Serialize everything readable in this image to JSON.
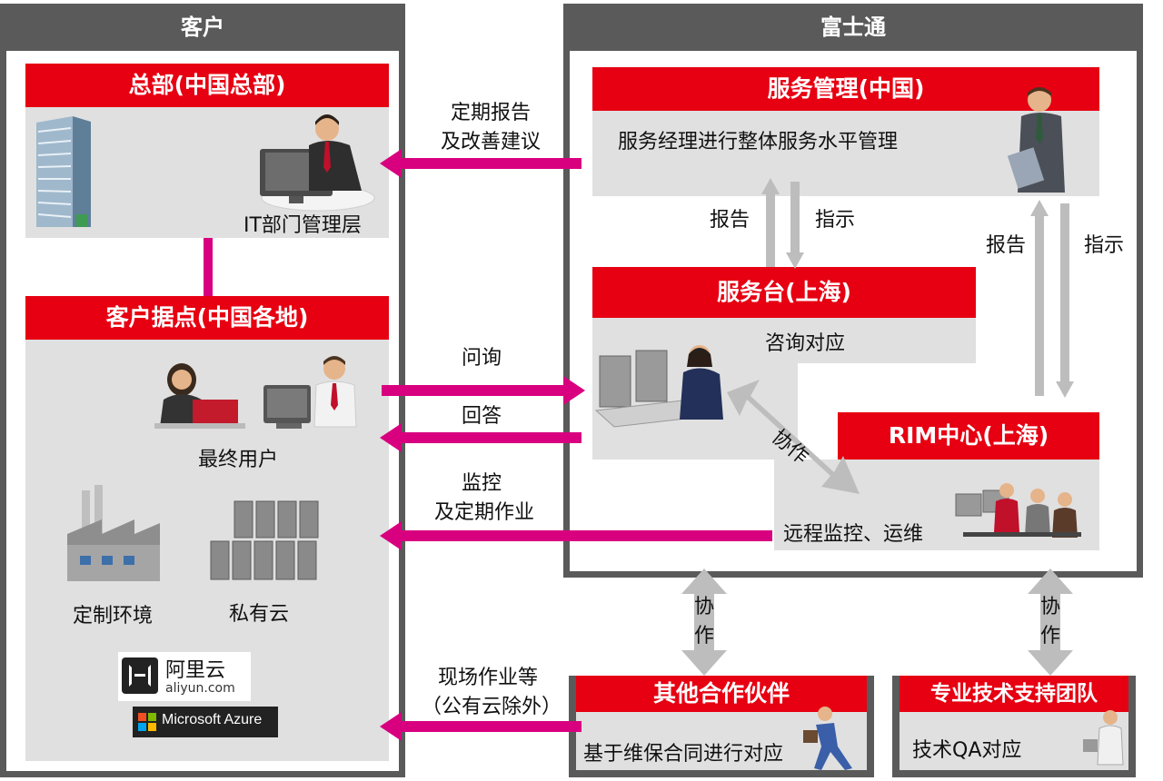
{
  "customer": {
    "frame_title": "客户",
    "hq": {
      "title": "总部(中国总部)",
      "caption": "IT部门管理层"
    },
    "sites": {
      "title": "客户据点(中国各地)",
      "end_users": "最终用户",
      "custom_env": "定制环境",
      "private_cloud": "私有云"
    },
    "clouds": {
      "aliyun_cn": "阿里云",
      "aliyun_en": "aliyun.com",
      "azure": "Microsoft Azure"
    }
  },
  "fujitsu": {
    "frame_title": "富士通",
    "service_mgmt": {
      "title": "服务管理(中国)",
      "desc": "服务经理进行整体服务水平管理"
    },
    "service_desk": {
      "title": "服务台(上海)",
      "desc": "咨询对应"
    },
    "rim": {
      "title": "RIM中心(上海)",
      "desc": "远程监控、运维"
    }
  },
  "partners": {
    "title": "其他合作伙伴",
    "desc": "基于维保合同进行对应"
  },
  "tech_team": {
    "title": "专业技术支持团队",
    "desc": "技术QA对应"
  },
  "flows": {
    "report_line1": "定期报告",
    "report_line2": "及改善建议",
    "inquiry": "问询",
    "answer": "回答",
    "monitor_line1": "监控",
    "monitor_line2": "及定期作业",
    "onsite_line1": "现场作业等",
    "onsite_line2": "（公有云除外）",
    "report_a": "报告",
    "instruct_a": "指示",
    "report_b": "报告",
    "instruct_b": "指示",
    "collab_center": "协作",
    "collab_left_1": "协",
    "collab_left_2": "作",
    "collab_right_1": "协",
    "collab_right_2": "作"
  },
  "colors": {
    "red": "#e60012",
    "magenta": "#d8007f",
    "frame": "#5a5a5a",
    "panel": "#e0e0e0",
    "arrow_grey": "#bdbdbd"
  }
}
